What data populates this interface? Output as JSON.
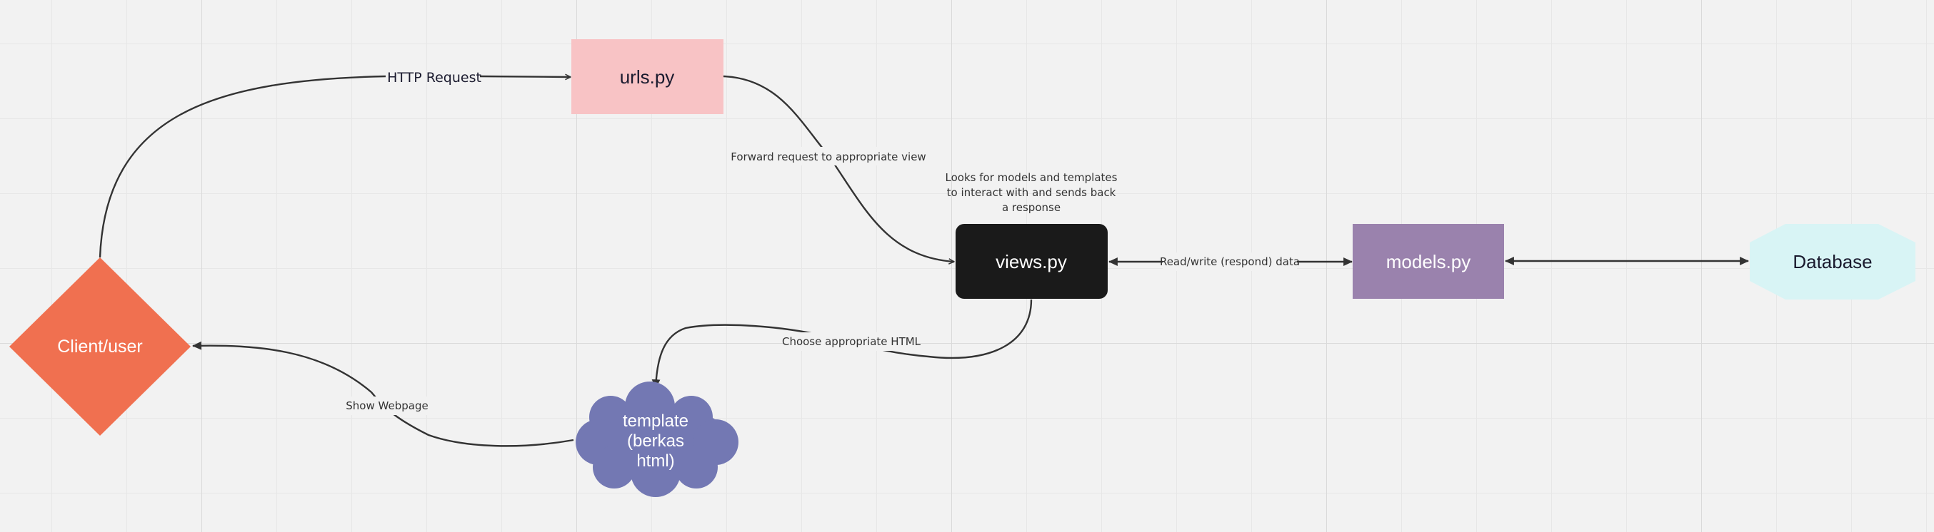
{
  "diagram": {
    "nodes": {
      "client": {
        "label": "Client/user",
        "fill": "#f07050",
        "text_color": "#ffffff"
      },
      "urls": {
        "label": "urls.py",
        "fill": "#f8c3c5",
        "text_color": "#1a1a2e"
      },
      "views": {
        "label": "views.py",
        "fill": "#1a1a1a",
        "text_color": "#ffffff"
      },
      "models": {
        "label": "models.py",
        "fill": "#9a82ad",
        "text_color": "#ffffff"
      },
      "database": {
        "label": "Database",
        "fill": "#d8f4f5",
        "text_color": "#1a1a2e"
      },
      "template": {
        "lines": [
          "template",
          "(berkas",
          "html)"
        ],
        "fill": "#7378b3",
        "text_color": "#ffffff"
      }
    },
    "edges": {
      "http_request": "HTTP Request",
      "forward_request": "Forward request to appropriate view",
      "read_write": "Read/write (respond) data",
      "choose_html": "Choose appropriate HTML",
      "show_webpage": "Show Webpage"
    },
    "annotations": {
      "views_note": [
        "Looks for models and templates",
        "to interact with and sends back",
        "a response"
      ]
    },
    "colors": {
      "background": "#f2f2f2",
      "edge_stroke": "#333333",
      "label_text": "#333333"
    }
  }
}
